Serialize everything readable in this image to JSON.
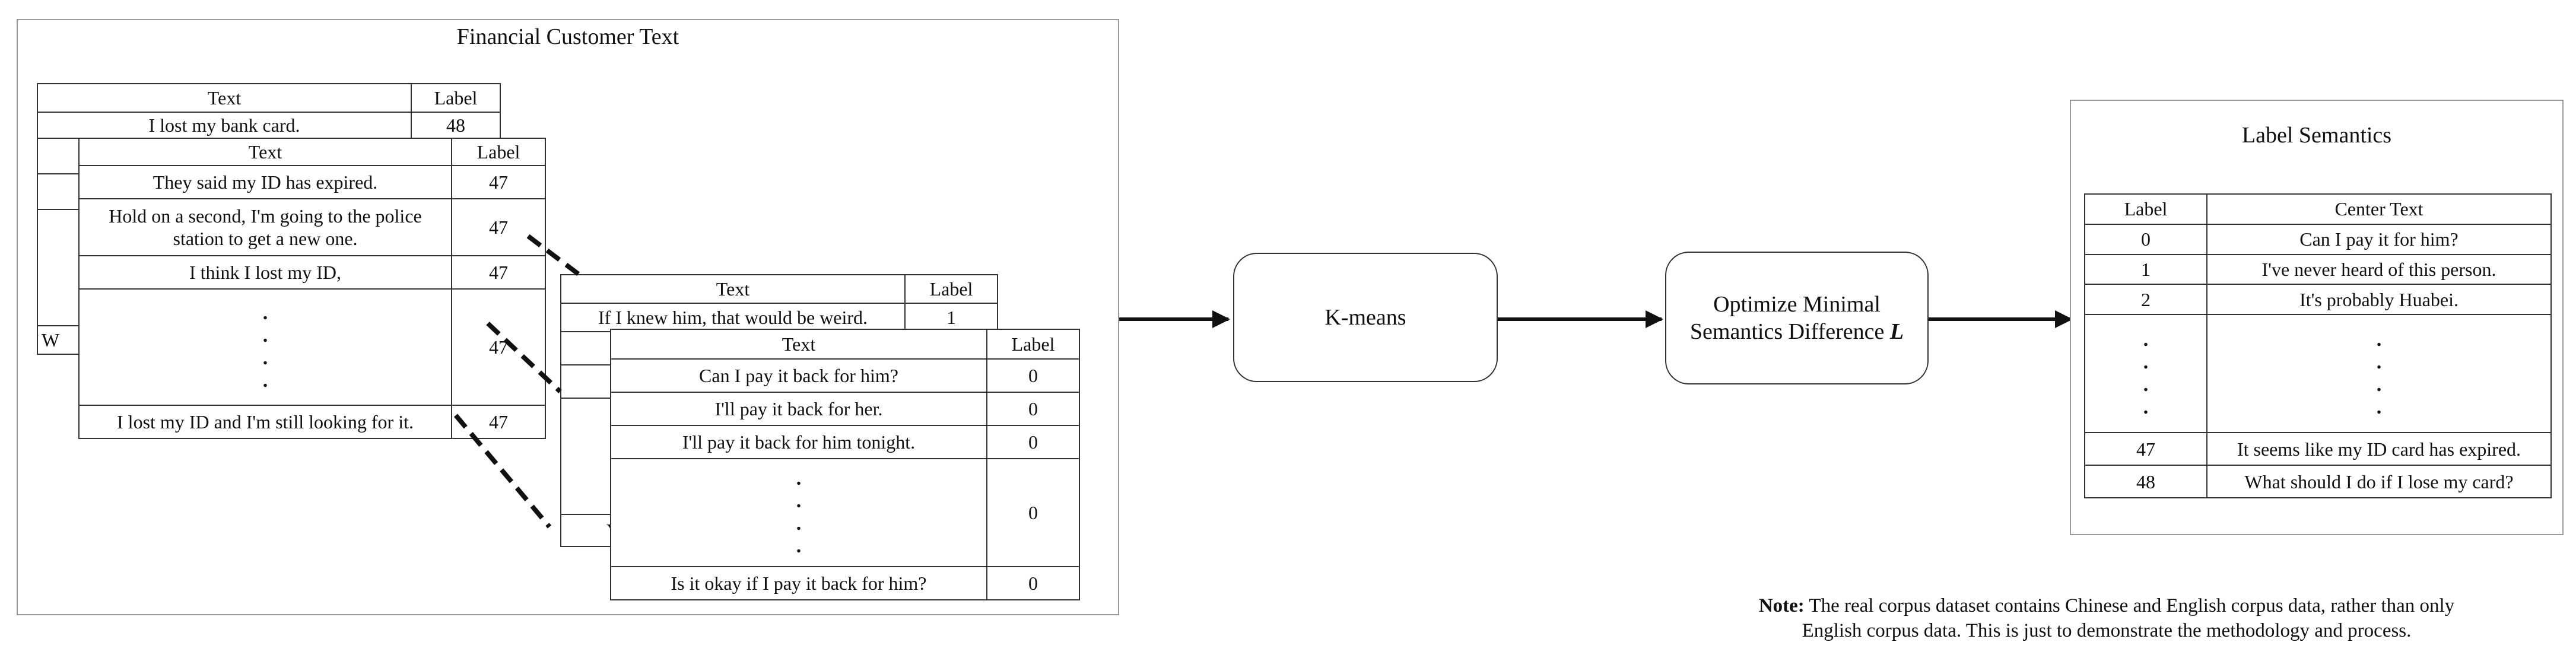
{
  "financial_panel": {
    "title": "Financial Customer Text"
  },
  "header": {
    "text": "Text",
    "label": "Label"
  },
  "table_a": {
    "rows": [
      {
        "text": "I lost my bank card.",
        "label": "48"
      }
    ],
    "partial_text": "W"
  },
  "table_b": {
    "rows": [
      {
        "text": "They said my ID has expired.",
        "label": "47"
      },
      {
        "text": "Hold on a second, I'm going to the police station to get a new one.",
        "label": "47"
      },
      {
        "text": "I think I lost my ID,",
        "label": "47"
      }
    ],
    "ellipsis_label": "47",
    "last_row": {
      "text": "I lost my ID and I'm still looking for it.",
      "label": "47"
    }
  },
  "table_c": {
    "rows": [
      {
        "text": "If I knew him, that would be weird.",
        "label": "1"
      }
    ],
    "partial_text": "Y"
  },
  "table_d": {
    "rows": [
      {
        "text": "Can I pay it back for him?",
        "label": "0"
      },
      {
        "text": "I'll pay it back for her.",
        "label": "0"
      },
      {
        "text": "I'll pay it back for him tonight.",
        "label": "0"
      }
    ],
    "ellipsis_label": "0",
    "last_row": {
      "text": "Is it okay if I pay it back for him?",
      "label": "0"
    }
  },
  "kmeans": {
    "label": "K-means"
  },
  "optimize": {
    "line1": "Optimize Minimal",
    "line2": "Semantics Difference ",
    "symbol": "L"
  },
  "label_semantics": {
    "title": "Label Semantics",
    "header": {
      "label": "Label",
      "center_text": "Center Text"
    },
    "rows": [
      {
        "label": "0",
        "center_text": "Can I pay it for him?"
      },
      {
        "label": "1",
        "center_text": "I've never heard of this person."
      },
      {
        "label": "2",
        "center_text": "It's probably Huabei."
      }
    ],
    "last_rows": [
      {
        "label": "47",
        "center_text": "It seems like my ID card has expired."
      },
      {
        "label": "48",
        "center_text": "What should I do if I lose my card?"
      }
    ]
  },
  "note": {
    "prefix": "Note:",
    "line1": " The real corpus dataset contains Chinese and English corpus data, rather than only",
    "line2": "English corpus data. This is just to demonstrate the methodology and process."
  }
}
